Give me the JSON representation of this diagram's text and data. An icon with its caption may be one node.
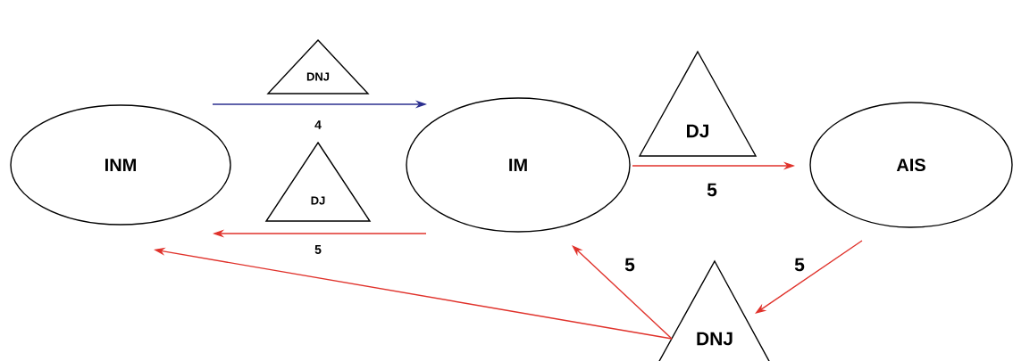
{
  "diagram": {
    "nodes": [
      {
        "text": [
          "DNJ"
        ]
      },
      {
        "text": [
          "INM"
        ]
      },
      {
        "text": [
          "DJ"
        ]
      },
      {
        "text": [
          "IM"
        ]
      },
      {
        "text": [
          "DJ"
        ]
      },
      {
        "text": [
          "AIS"
        ]
      },
      {
        "text": [
          "DNJ"
        ]
      }
    ],
    "edges": [
      {
        "from": 1,
        "to": 3,
        "arrow": "to",
        "label": "4",
        "color": "#2b2f8f"
      },
      {
        "from": 3,
        "to": 5,
        "arrow": "to",
        "label": "5"
      },
      {
        "from": 3,
        "to": 1,
        "arrow": "to",
        "label": "5"
      },
      {
        "from": 6,
        "to": 3,
        "arrow": "to",
        "label": "5"
      },
      {
        "from": 6,
        "to": 1,
        "arrow": "to"
      },
      {
        "from": 5,
        "to": 6,
        "arrow": "to",
        "label": "5"
      }
    ]
  }
}
